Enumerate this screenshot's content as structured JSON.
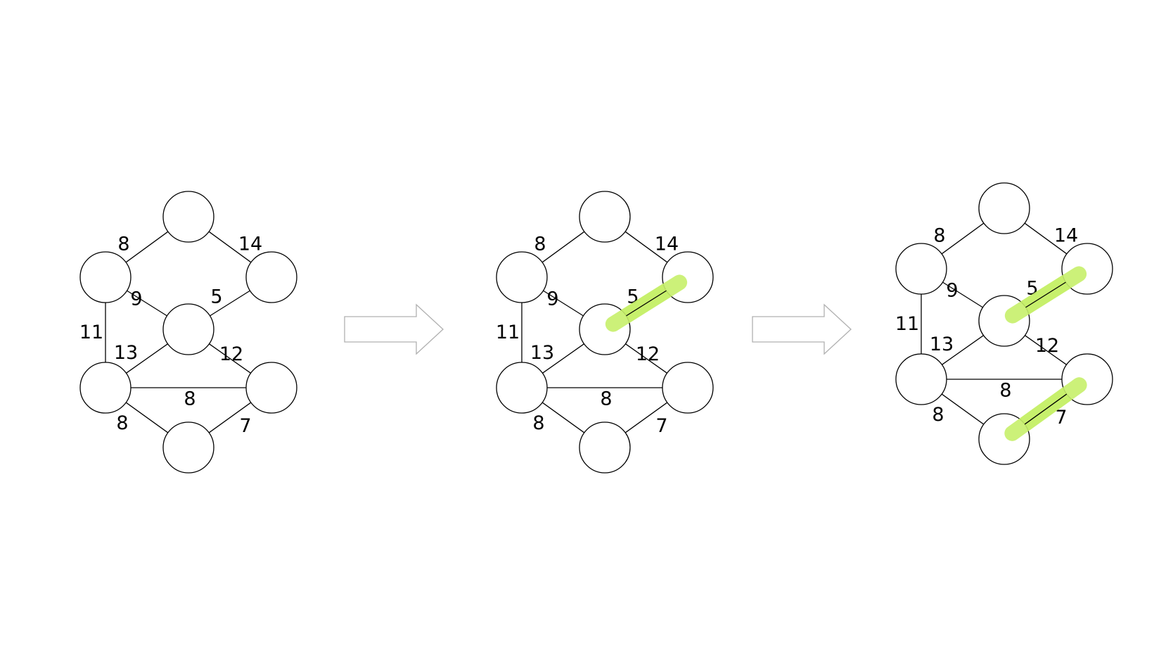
{
  "colors": {
    "highlight": "#c6f06a",
    "stroke": "#000000",
    "arrow_outline": "#b0b0b0"
  },
  "steps": [
    {
      "name": "step-1",
      "edges": [
        {
          "from": "top",
          "to": "left_upper",
          "weight": "8"
        },
        {
          "from": "top",
          "to": "right_upper",
          "weight": "14"
        },
        {
          "from": "left_upper",
          "to": "center",
          "weight": "9"
        },
        {
          "from": "center",
          "to": "right_upper",
          "weight": "5"
        },
        {
          "from": "left_upper",
          "to": "left_lower",
          "weight": "11"
        },
        {
          "from": "center",
          "to": "left_lower",
          "weight": "13"
        },
        {
          "from": "center",
          "to": "right_lower",
          "weight": "12"
        },
        {
          "from": "left_lower",
          "to": "right_lower",
          "weight": "8"
        },
        {
          "from": "left_lower",
          "to": "bottom",
          "weight": "8"
        },
        {
          "from": "bottom",
          "to": "right_lower",
          "weight": "7"
        }
      ],
      "highlighted": []
    },
    {
      "name": "step-2",
      "edges": [
        {
          "from": "top",
          "to": "left_upper",
          "weight": "8"
        },
        {
          "from": "top",
          "to": "right_upper",
          "weight": "14"
        },
        {
          "from": "left_upper",
          "to": "center",
          "weight": "9"
        },
        {
          "from": "center",
          "to": "right_upper",
          "weight": "5"
        },
        {
          "from": "left_upper",
          "to": "left_lower",
          "weight": "11"
        },
        {
          "from": "center",
          "to": "left_lower",
          "weight": "13"
        },
        {
          "from": "center",
          "to": "right_lower",
          "weight": "12"
        },
        {
          "from": "left_lower",
          "to": "right_lower",
          "weight": "8"
        },
        {
          "from": "left_lower",
          "to": "bottom",
          "weight": "8"
        },
        {
          "from": "bottom",
          "to": "right_lower",
          "weight": "7"
        }
      ],
      "highlighted": [
        {
          "from": "center",
          "to": "right_upper"
        }
      ]
    },
    {
      "name": "step-3",
      "edges": [
        {
          "from": "top",
          "to": "left_upper",
          "weight": "8"
        },
        {
          "from": "top",
          "to": "right_upper",
          "weight": "14"
        },
        {
          "from": "left_upper",
          "to": "center",
          "weight": "9"
        },
        {
          "from": "center",
          "to": "right_upper",
          "weight": "5"
        },
        {
          "from": "left_upper",
          "to": "left_lower",
          "weight": "11"
        },
        {
          "from": "center",
          "to": "left_lower",
          "weight": "13"
        },
        {
          "from": "center",
          "to": "right_lower",
          "weight": "12"
        },
        {
          "from": "left_lower",
          "to": "right_lower",
          "weight": "8"
        },
        {
          "from": "left_lower",
          "to": "bottom",
          "weight": "8"
        },
        {
          "from": "bottom",
          "to": "right_lower",
          "weight": "7"
        }
      ],
      "highlighted": [
        {
          "from": "center",
          "to": "right_upper"
        },
        {
          "from": "bottom",
          "to": "right_lower"
        }
      ]
    }
  ],
  "arrows": [
    {
      "name": "arrow-1-to-2"
    },
    {
      "name": "arrow-2-to-3"
    }
  ]
}
